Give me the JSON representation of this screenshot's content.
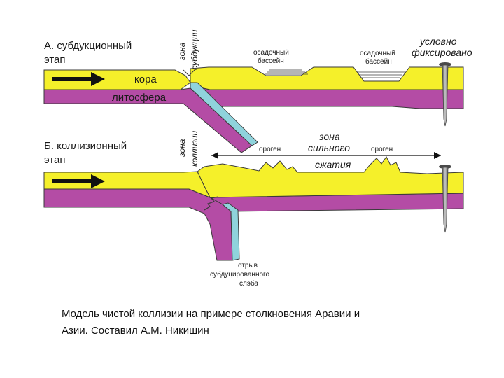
{
  "colors": {
    "crust": "#f5f02a",
    "lithosphere": "#b44ca5",
    "slab_edge": "#8fd3dc",
    "outline": "#3a3a3a",
    "nail": "#7a7a7a"
  },
  "panel_a": {
    "title_line1": "А. субдукционный",
    "title_line2": "этап",
    "crust_label": "кора",
    "lithosphere_label": "литосфера",
    "zone_label_line1": "зона",
    "zone_label_line2": "субдукции",
    "basin1_line1": "осадочный",
    "basin1_line2": "бассейн",
    "basin2_line1": "осадочный",
    "basin2_line2": "бассейн",
    "fixed_line1": "условно",
    "fixed_line2": "фиксировано"
  },
  "panel_b": {
    "title_line1": "Б. коллизионный",
    "title_line2": "этап",
    "zone_label_line1": "зона",
    "zone_label_line2": "коллизии",
    "orogen1": "ороген",
    "orogen2": "ороген",
    "compression_line1": "зона",
    "compression_line2": "сильного",
    "compression_line3": "сжатия",
    "breakoff_line1": "отрыв",
    "breakoff_line2": "субдуцированного",
    "breakoff_line3": "слэба"
  },
  "caption": {
    "line1": "Модель чистой коллизии на примере столкновения Аравии и",
    "line2": "Азии. Составил А.М. Никишин"
  }
}
